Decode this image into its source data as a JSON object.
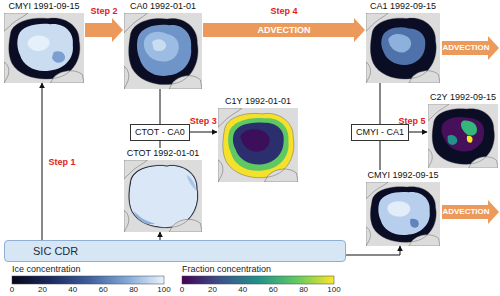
{
  "diagram": {
    "nodes": [
      {
        "text": [
          "CMYI 1991-09-15"
        ]
      },
      {
        "text": [
          "CA0 1992-01-01"
        ]
      },
      {
        "text": [
          "CA1 1992-09-15"
        ]
      },
      {
        "text": [
          "CTOT - CA0"
        ]
      },
      {
        "text": [
          "C1Y 1992-01-01"
        ]
      },
      {
        "text": [
          "CMYI - CA1"
        ]
      },
      {
        "text": [
          "C2Y 1992-09-15"
        ]
      },
      {
        "text": [
          "CTOT 1992-01-01"
        ]
      },
      {
        "text": [
          "CMYI 1992-09-15"
        ]
      },
      {
        "text": [
          "SIC CDR"
        ]
      }
    ],
    "edges": [
      {
        "from": 0,
        "to": 1,
        "label": "Step 2",
        "arrow": "to"
      },
      {
        "from": 1,
        "to": 2,
        "label": "ADVECTION",
        "arrow": "to"
      },
      {
        "from": 1,
        "to": 3,
        "arrow": "none"
      },
      {
        "from": 3,
        "to": 7,
        "arrow": "none"
      },
      {
        "from": 3,
        "to": 4,
        "label": "Step 3",
        "arrow": "to"
      },
      {
        "from": 9,
        "to": 0,
        "label": "Step 1",
        "arrow": "to"
      },
      {
        "from": 9,
        "to": 7,
        "arrow": "to"
      },
      {
        "from": 2,
        "to": 5,
        "arrow": "none"
      },
      {
        "from": 5,
        "to": 8,
        "arrow": "none"
      },
      {
        "from": 5,
        "to": 6,
        "label": "Step 5",
        "arrow": "to"
      },
      {
        "from": 9,
        "to": 8,
        "arrow": "to"
      }
    ],
    "labels": [
      "Step 4",
      "ADVECTION",
      "ADVECTION",
      "0",
      "20",
      "40",
      "60",
      "80",
      "100",
      "0",
      "20",
      "40",
      "60",
      "80",
      "100"
    ],
    "legend": [
      {
        "text": "Ice concentration"
      },
      {
        "text": "Fraction concentration"
      }
    ]
  }
}
